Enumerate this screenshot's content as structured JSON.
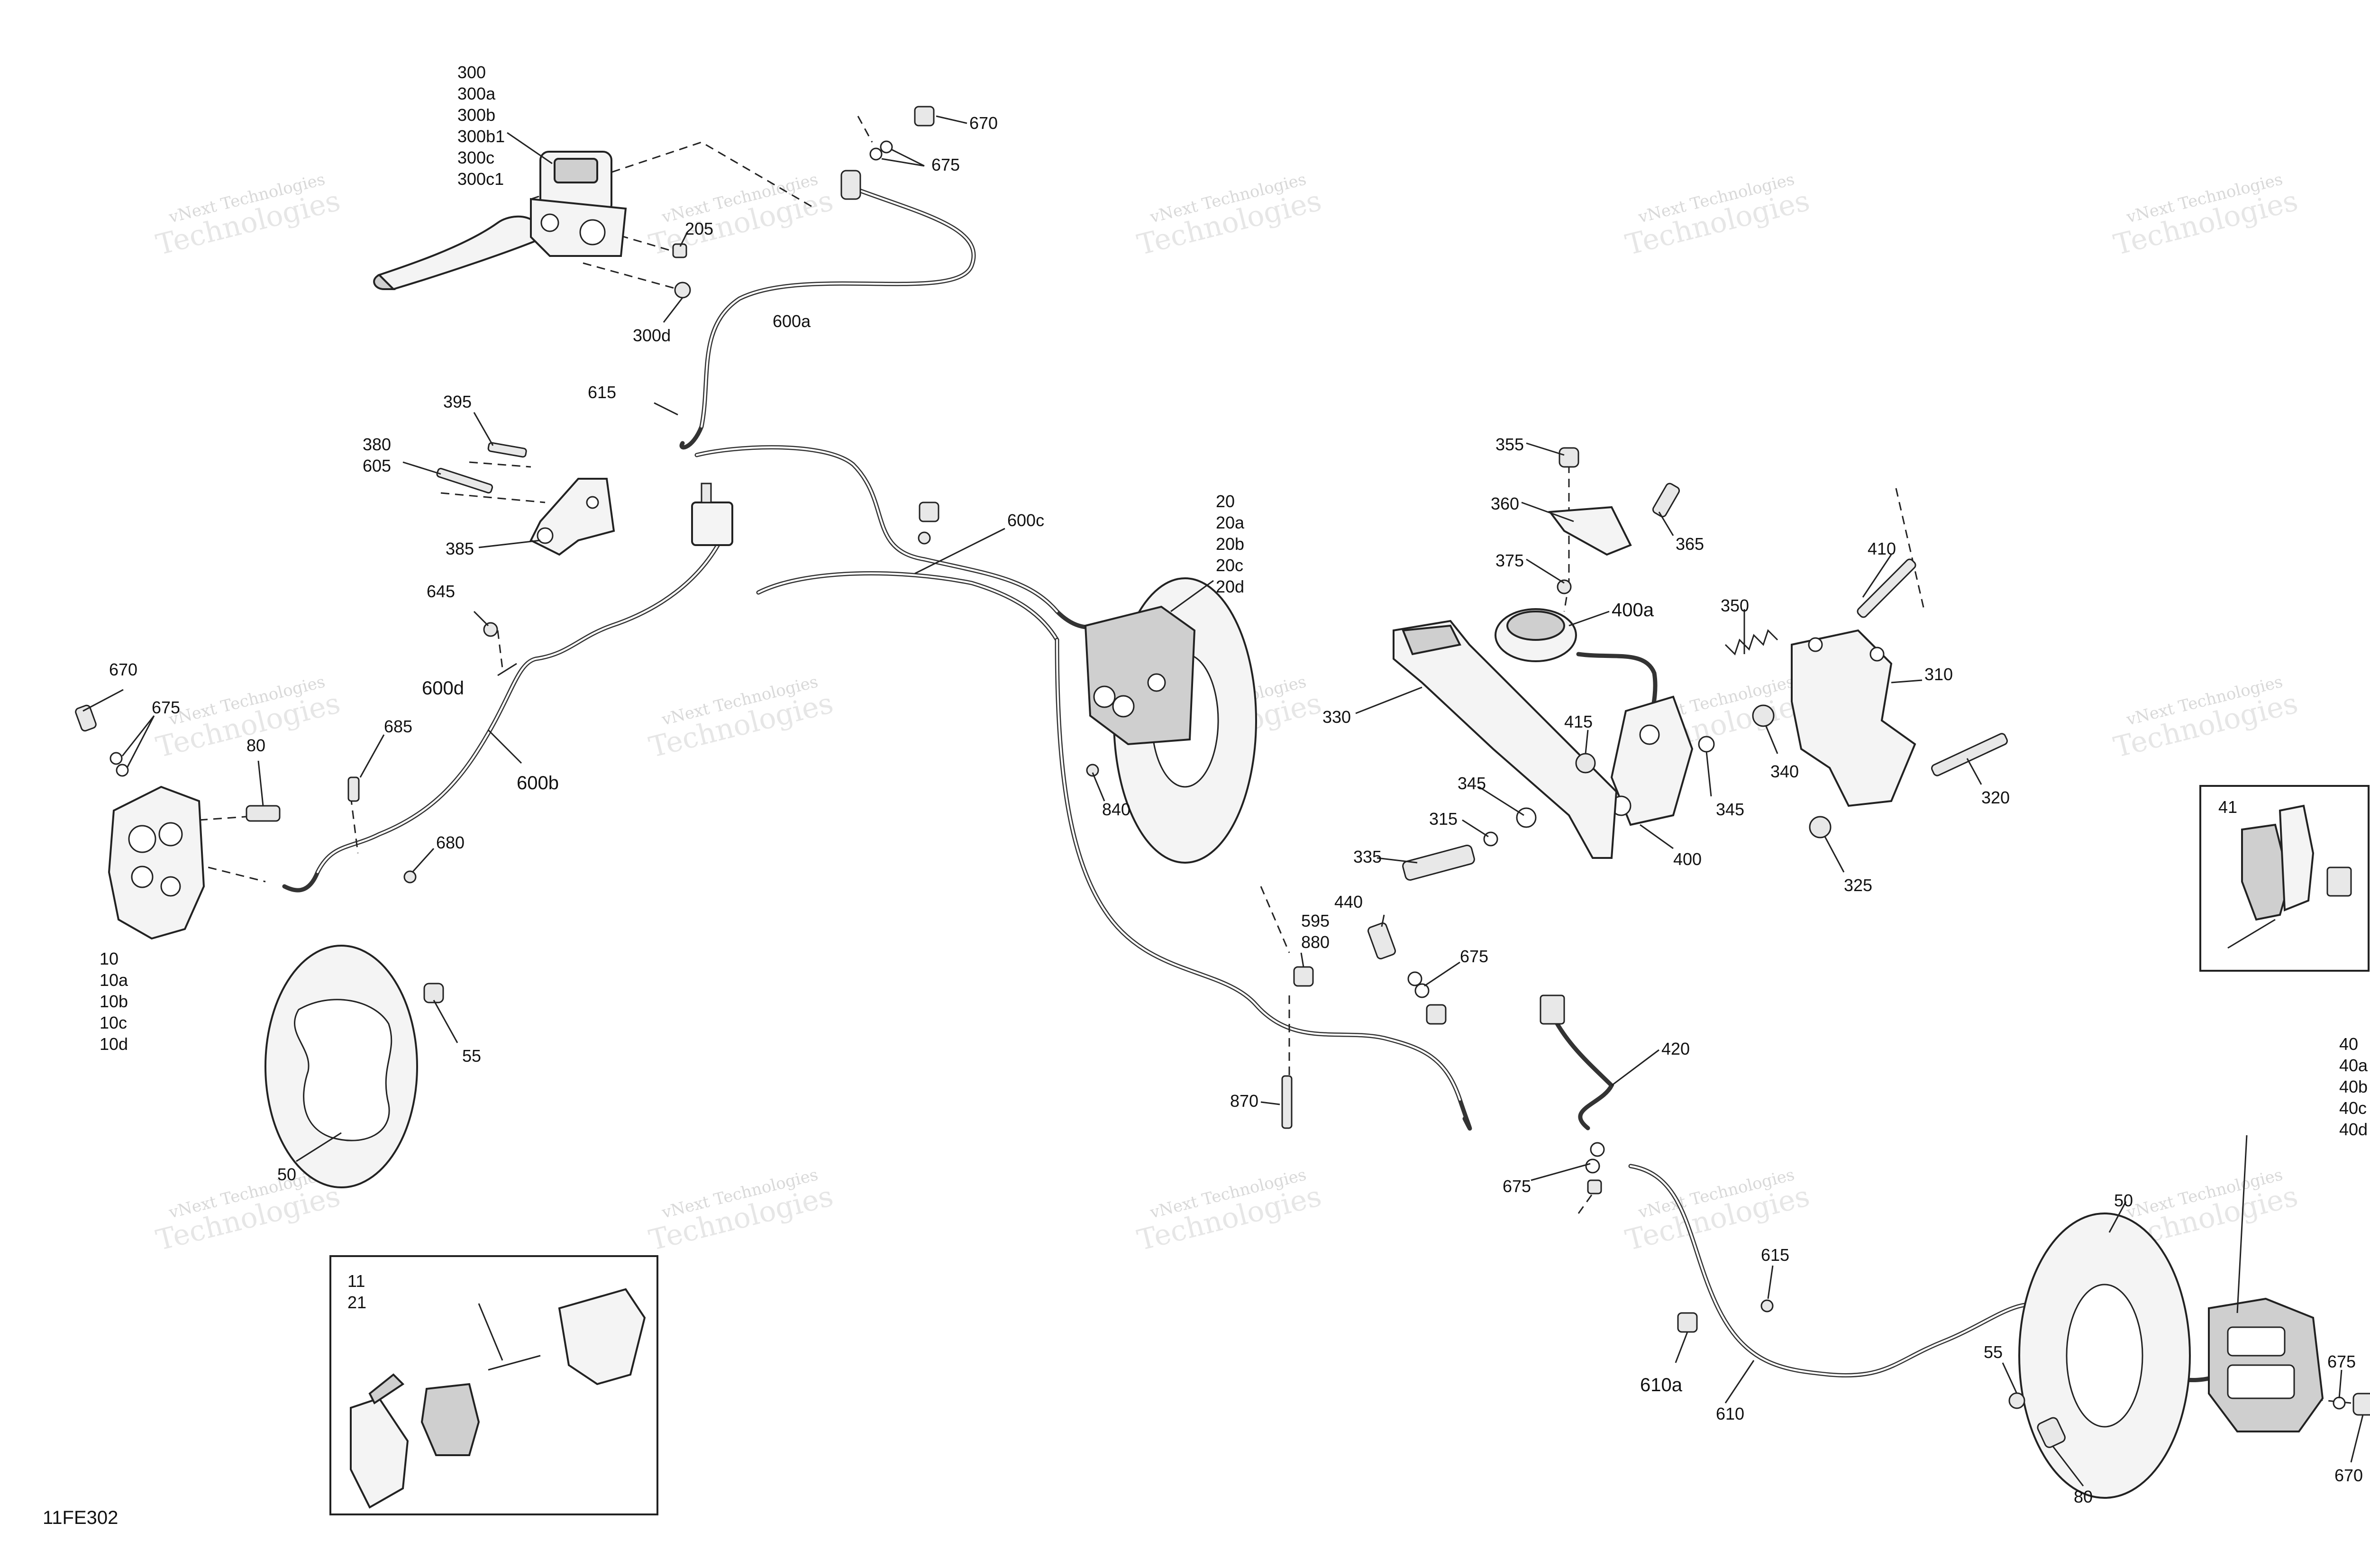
{
  "diagram_code": "11FE302",
  "watermark": {
    "line1": "vNext Technologies",
    "line2": "Technologies"
  },
  "callouts": {
    "c300_group": [
      "300",
      "300a",
      "300b",
      "300b1",
      "300c",
      "300c1"
    ],
    "c205": "205",
    "c300d": "300d",
    "c670_top": "670",
    "c675_top": "675",
    "c600a": "600a",
    "c615_top": "615",
    "c395": "395",
    "c380_group": [
      "380",
      "605"
    ],
    "c385": "385",
    "c600c": "600c",
    "c20_group": [
      "20",
      "20a",
      "20b",
      "20c",
      "20d"
    ],
    "c645": "645",
    "c600d": "600d",
    "c670_left": "670",
    "c675_left": "675",
    "c80_left": "80",
    "c685": "685",
    "c600b": "600b",
    "c680": "680",
    "c840": "840",
    "c10_group": [
      "10",
      "10a",
      "10b",
      "10c",
      "10d"
    ],
    "c55_left": "55",
    "c50_left": "50",
    "c11_group": [
      "11",
      "21"
    ],
    "c355": "355",
    "c360": "360",
    "c365": "365",
    "c375": "375",
    "c400a": "400a",
    "c410": "410",
    "c350": "350",
    "c310": "310",
    "c330": "330",
    "c415": "415",
    "c345_left": "345",
    "c345_right": "345",
    "c340": "340",
    "c315": "315",
    "c335": "335",
    "c400": "400",
    "c320": "320",
    "c325": "325",
    "c41": "41",
    "c595_group": [
      "595",
      "880"
    ],
    "c440": "440",
    "c675_mid": "675",
    "c870": "870",
    "c420": "420",
    "c675_right": "675",
    "c40_group": [
      "40",
      "40a",
      "40b",
      "40c",
      "40d"
    ],
    "c50_right": "50",
    "c615_right": "615",
    "c610a": "610a",
    "c610": "610",
    "c55_right": "55",
    "c675_far": "675",
    "c670_right": "670",
    "c80_right": "80"
  }
}
